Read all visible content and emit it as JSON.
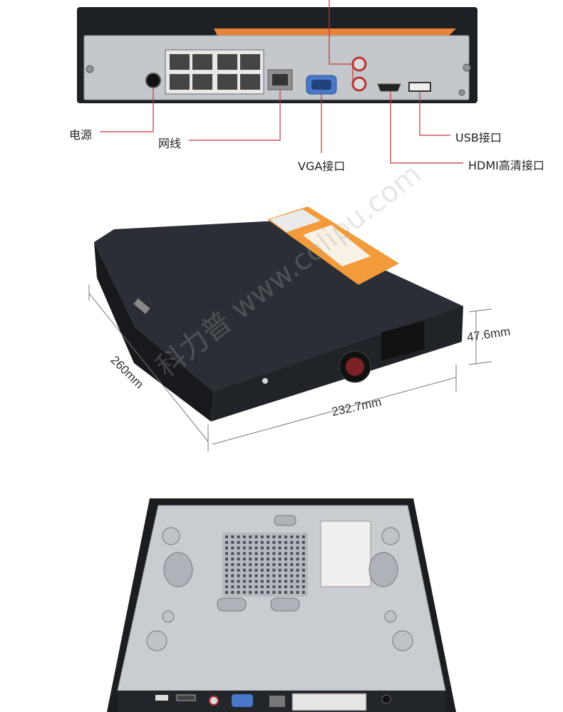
{
  "rear_panel": {
    "labels": {
      "power": "电源",
      "network": "网线",
      "vga": "VGA接口",
      "usb": "USB接口",
      "hdmi": "HDMI高清接口"
    },
    "port_icons": [
      "power-jack-icon",
      "rj45-poe-port-icon",
      "rj45-lan-port-icon",
      "vga-port-icon",
      "audio-rca-port-icon",
      "hdmi-port-icon",
      "usb-port-icon"
    ]
  },
  "dimensions_view": {
    "depth": "260mm",
    "width": "232.7mm",
    "height": "47.6mm",
    "watermark": "科力普 www.colipu.com"
  },
  "bottom_view": {},
  "colors": {
    "callout_line": "#c8353a",
    "chassis_dark": "#1f2226",
    "panel_silver": "#c7cbd0",
    "sticker_orange": "#f39a3b"
  }
}
